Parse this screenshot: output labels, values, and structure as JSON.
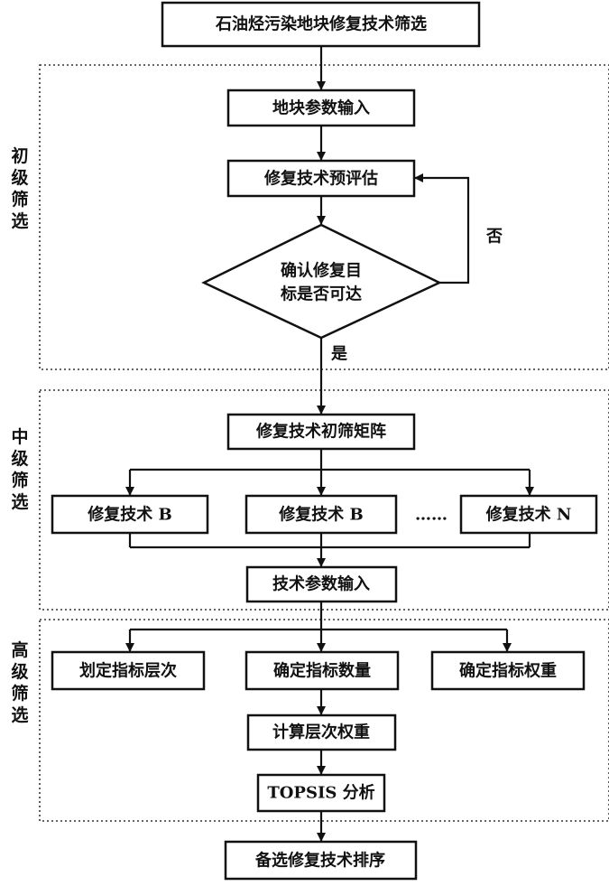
{
  "title": "石油烃污染地块修复技术筛选",
  "stages": {
    "primary": "初级筛选",
    "middle": "中级筛选",
    "advanced": "高级筛选"
  },
  "nodes": {
    "site_params": "地块参数输入",
    "pre_eval": "修复技术预评估",
    "decision_line1": "确认修复目",
    "decision_line2": "标是否可达",
    "matrix": "修复技术初筛矩阵",
    "tech_1": "修复技术 B",
    "tech_2": "修复技术 B",
    "ellipsis": "……",
    "tech_n": "修复技术 N",
    "tech_params": "技术参数输入",
    "define_levels": "划定指标层次",
    "define_count": "确定指标数量",
    "define_weights": "确定指标权重",
    "calc_weights": "计算层次权重",
    "topsis": "TOPSIS 分析",
    "ranking": "备选修复技术排序"
  },
  "edge_labels": {
    "no": "否",
    "yes": "是"
  }
}
